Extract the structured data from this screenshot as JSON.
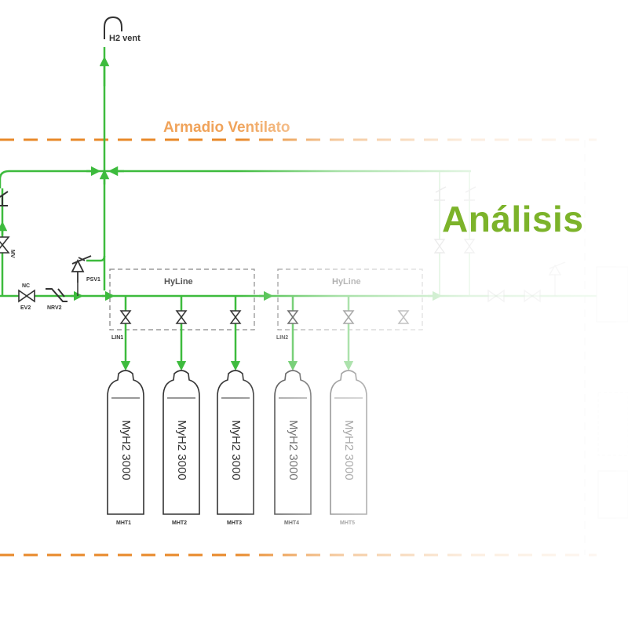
{
  "heading": {
    "text": "Análisis",
    "color": "#7cb32a"
  },
  "colors": {
    "flow": "#3dbb3d",
    "cabinet": "#e8892a",
    "equipment": "#555555"
  },
  "diagram": {
    "vent_label": "H2 vent",
    "cabinet_label": "Armadio Ventilato",
    "valves": {
      "nc_label": "NC",
      "ev2_label": "EV2",
      "nrv2_label": "NRV2",
      "psv1_label": "PSV1",
      "mv_label": "MV"
    },
    "manifolds": [
      {
        "label": "HyLine",
        "tag": "LIN1"
      },
      {
        "label": "HyLine",
        "tag": "LIN2"
      }
    ],
    "cylinders": [
      {
        "model": "MyH2 3000",
        "tag": "MHT1"
      },
      {
        "model": "MyH2 3000",
        "tag": "MHT2"
      },
      {
        "model": "MyH2 3000",
        "tag": "MHT3"
      },
      {
        "model": "MyH2 3000",
        "tag": "MHT4"
      },
      {
        "model": "MyH2 3000",
        "tag": "MHT5"
      }
    ]
  }
}
